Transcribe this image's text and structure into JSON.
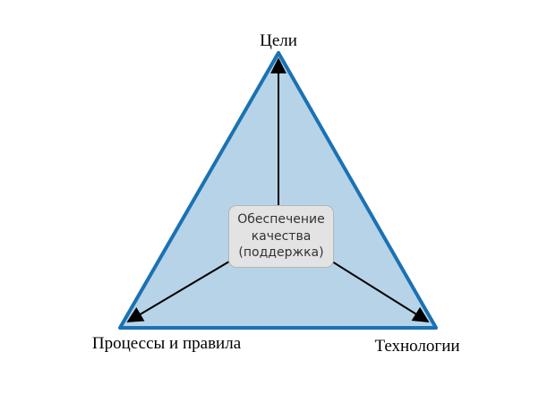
{
  "diagram": {
    "vertices": {
      "top": "Цели",
      "bottom_left": "Процессы и правила",
      "bottom_right": "Технологии"
    },
    "center": {
      "lines": [
        "Обеспечение",
        "качества",
        "(поддержка)"
      ]
    },
    "colors": {
      "triangle_fill": "#b7d3e8",
      "triangle_stroke": "#1a72b3",
      "arrow": "#000000",
      "box_fill": "#e3e3e3",
      "box_stroke": "#b5b5b5"
    }
  }
}
